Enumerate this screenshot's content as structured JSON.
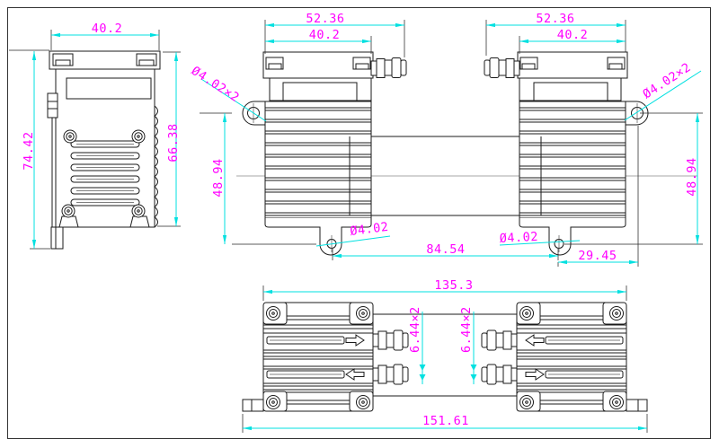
{
  "drawing": {
    "type": "engineering-dimension-drawing",
    "part": "twin-head diaphragm pump",
    "colors": {
      "dimension_text": "#ff00ff",
      "dimension_line": "#00e0e0",
      "line": "#1b1b1b",
      "background": "#ffffff",
      "border": "#333333"
    }
  },
  "labels": {
    "side_width": "40.2",
    "side_height_overall": "74.42",
    "side_height_body": "66.38",
    "front_left_width_overall": "52.36",
    "front_left_width_body": "40.2",
    "front_left_ear_holes": "Ø4.02x2",
    "front_left_hole_span_vertical": "48.94",
    "front_left_foot_hole": "Ø4.02",
    "foot_hole_span": "84.54",
    "front_right_width_overall": "52.36",
    "front_right_width_body": "40.2",
    "front_right_ear_holes": "Ø4.02x2",
    "front_right_hole_span_vertical": "48.94",
    "front_right_foot_hole": "Ø4.02",
    "foot_hole_to_ear": "29.45",
    "top_width_heads": "135.3",
    "top_width_base": "151.61",
    "port_offset_left": "6.44x2",
    "port_offset_right": "6.44x2"
  }
}
